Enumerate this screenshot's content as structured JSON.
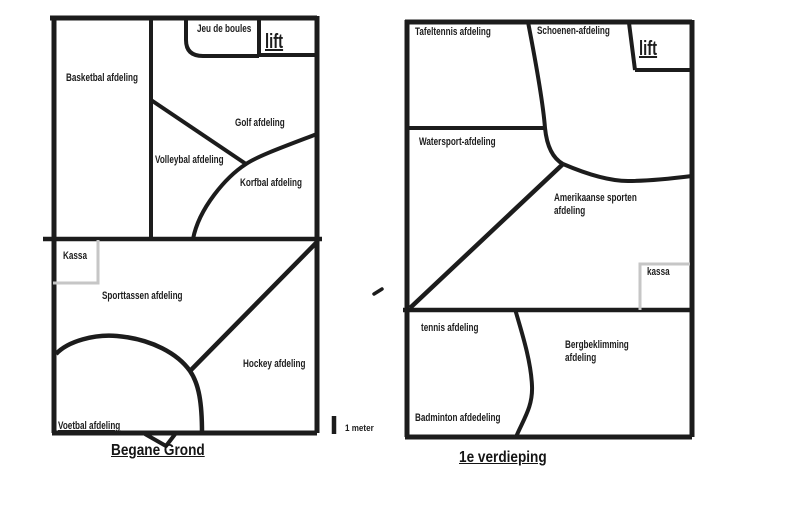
{
  "colors": {
    "ink": "#1c1c1c",
    "kassa_outline": "#c6c6c6",
    "background": "#ffffff"
  },
  "ground_floor": {
    "title": "Begane Grond",
    "rooms": {
      "basketbal": "Basketbal afdeling",
      "jeu_de_boules": "Jeu de boules",
      "lift": "lift",
      "golf": "Golf afdeling",
      "volleybal": "Volleybal afdeling",
      "korfbal": "Korfbal afdeling",
      "kassa": "Kassa",
      "sporttassen": "Sporttassen afdeling",
      "hockey": "Hockey afdeling",
      "voetbal": "Voetbal afdeling"
    }
  },
  "first_floor": {
    "title": "1e verdieping",
    "rooms": {
      "tafeltennis": "Tafeltennis afdeling",
      "schoenen": "Schoenen-afdeling",
      "lift": "lift",
      "watersport": "Watersport-afdeling",
      "amerikaanse_sporten": "Amerikaanse sporten afdeling",
      "kassa": "kassa",
      "tennis": "tennis afdeling",
      "bergbeklimming": "Bergbeklimming afdeling",
      "badminton": "Badminton afdedeling"
    }
  },
  "scale": {
    "label": "1 meter"
  }
}
